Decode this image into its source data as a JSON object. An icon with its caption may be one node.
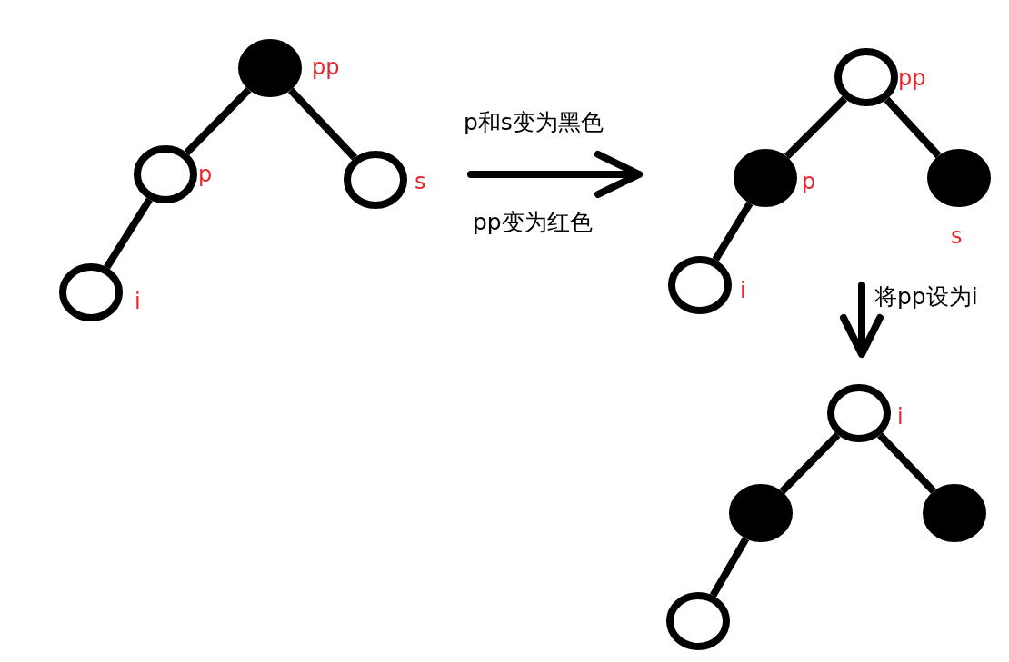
{
  "diagram": {
    "nodes": [
      {
        "text": [],
        "shape": "disc",
        "beside": [
          "pp"
        ]
      },
      {
        "text": [],
        "shape": "circle",
        "beside": [
          "p"
        ]
      },
      {
        "text": [],
        "shape": "circle",
        "beside": [
          "s"
        ]
      },
      {
        "text": [],
        "shape": "circle",
        "beside": [
          "i"
        ]
      },
      {
        "text": [],
        "shape": "circle",
        "beside": [
          "pp"
        ]
      },
      {
        "text": [],
        "shape": "disc",
        "beside": [
          "p"
        ]
      },
      {
        "text": [],
        "shape": "disc",
        "beside": [
          "s"
        ]
      },
      {
        "text": [],
        "shape": "circle",
        "beside": [
          "i"
        ]
      },
      {
        "text": [],
        "shape": "circle",
        "beside": [
          "i"
        ]
      },
      {
        "text": [],
        "shape": "disc"
      },
      {
        "text": [],
        "shape": "disc"
      },
      {
        "text": [],
        "shape": "circle"
      }
    ],
    "edges": [
      {
        "from": 0,
        "to": 1,
        "arrow": "none"
      },
      {
        "from": 0,
        "to": 2,
        "arrow": "none"
      },
      {
        "from": 1,
        "to": 3,
        "arrow": "none"
      },
      {
        "from": 4,
        "to": 5,
        "arrow": "none"
      },
      {
        "from": 4,
        "to": 6,
        "arrow": "none"
      },
      {
        "from": 5,
        "to": 7,
        "arrow": "none"
      },
      {
        "from": 8,
        "to": 9,
        "arrow": "none"
      },
      {
        "from": 8,
        "to": 10,
        "arrow": "none"
      },
      {
        "from": 9,
        "to": 11,
        "arrow": "none"
      }
    ],
    "labels": [
      "p和s变为黑色",
      "pp变为红色",
      "将pp设为i"
    ]
  }
}
